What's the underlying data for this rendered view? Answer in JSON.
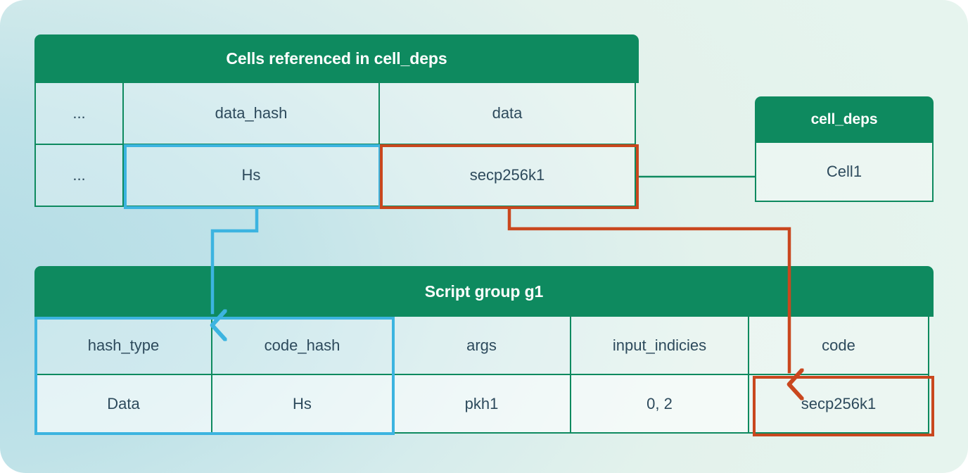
{
  "diagram": {
    "title": "CKB script group / cell_deps resolution diagram",
    "colors": {
      "header_green": "#0e8a5f",
      "highlight_blue": "#3cb4e0",
      "highlight_orange": "#c9471e",
      "text_dark": "#2d4a5c",
      "bg_left": "#b3dce6",
      "bg_right": "#e6f4ee"
    }
  },
  "cells_table": {
    "header": "Cells referenced in cell_deps",
    "columns": [
      "...",
      "data_hash",
      "data"
    ],
    "rows": [
      [
        "...",
        "Hs",
        "secp256k1"
      ]
    ]
  },
  "cell_deps_table": {
    "header": "cell_deps",
    "rows": [
      "Cell1"
    ]
  },
  "script_group_table": {
    "header": "Script group g1",
    "columns": [
      "hash_type",
      "code_hash",
      "args",
      "input_indicies",
      "code"
    ],
    "rows": [
      [
        "Data",
        "Hs",
        "pkh1",
        "0, 2",
        "secp256k1"
      ]
    ]
  },
  "connectors": [
    {
      "name": "data-hash-to-code-hash",
      "color": "#3cb4e0",
      "from": "Hs (data_hash)",
      "to": "code_hash column"
    },
    {
      "name": "data-to-code",
      "color": "#c9471e",
      "from": "secp256k1 (data)",
      "to": "code column"
    },
    {
      "name": "cells-to-cell-deps",
      "color": "#0e8a5f",
      "from": "secp256k1 row",
      "to": "Cell1"
    }
  ]
}
